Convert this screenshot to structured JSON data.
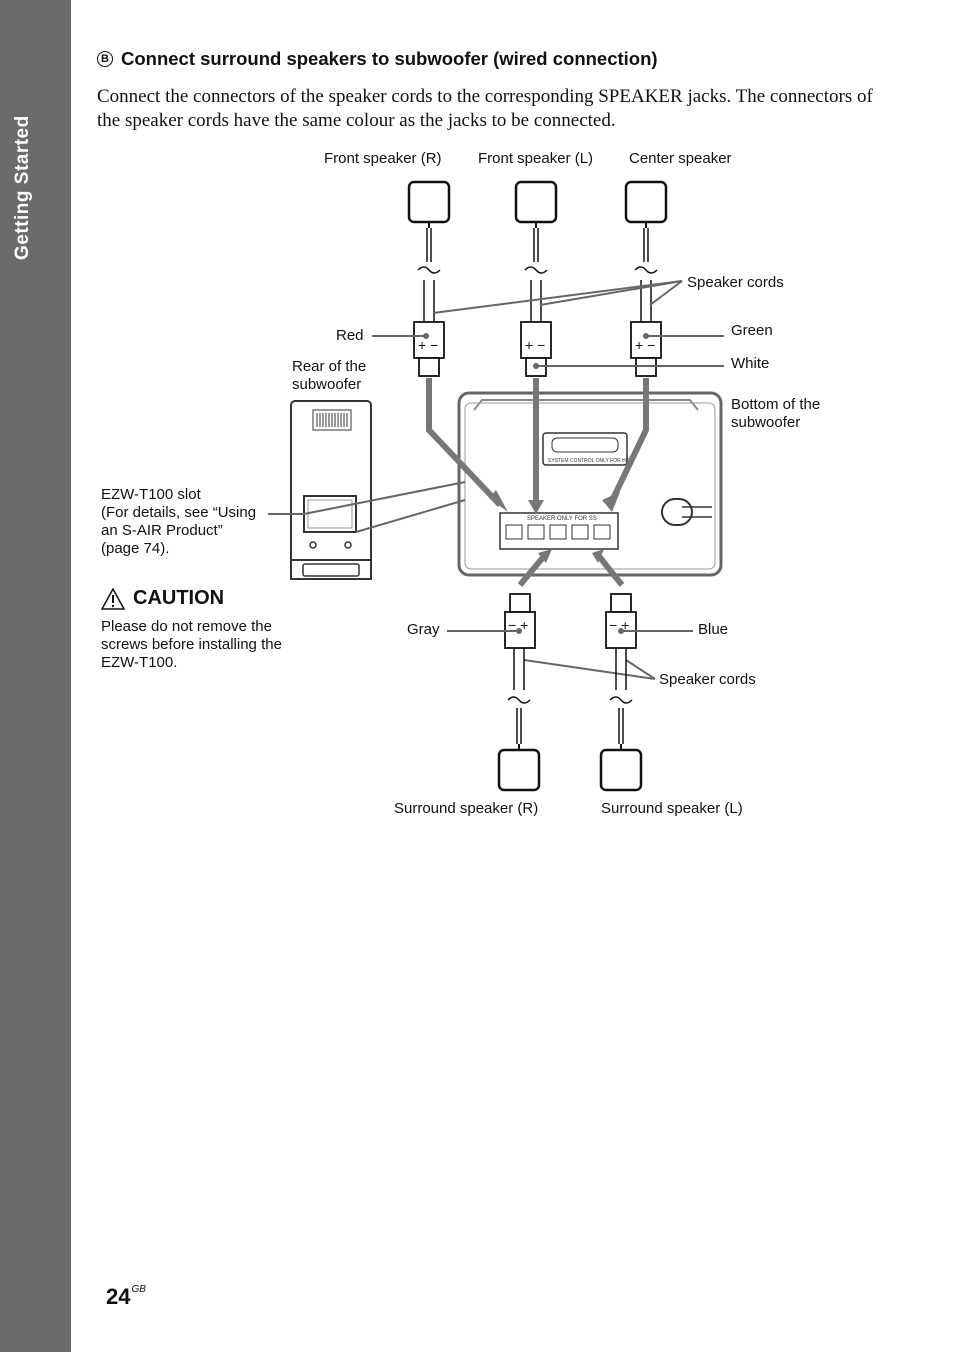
{
  "sidebar": {
    "section_label": "Getting Started"
  },
  "heading": {
    "badge": "B",
    "title": "Connect surround speakers to subwoofer (wired connection)"
  },
  "intro_text": "Connect the connectors of the speaker cords to the corresponding SPEAKER jacks. The connectors of the speaker cords have the same colour as the jacks to be connected.",
  "labels": {
    "front_speaker_r": "Front speaker (R)",
    "front_speaker_l": "Front speaker (L)",
    "center_speaker": "Center speaker",
    "speaker_cords_top": "Speaker cords",
    "red": "Red",
    "green": "Green",
    "white": "White",
    "rear_of_subwoofer_1": "Rear of the",
    "rear_of_subwoofer_2": "subwoofer",
    "bottom_of_subwoofer_1": "Bottom of the",
    "bottom_of_subwoofer_2": "subwoofer",
    "ezw_slot_1": "EZW-T100 slot",
    "ezw_slot_2": "(For details, see “Using",
    "ezw_slot_3": "an S-AIR Product”",
    "ezw_slot_4": "(page 74).",
    "gray": "Gray",
    "blue": "Blue",
    "speaker_cords_bottom": "Speaker cords",
    "surround_speaker_r": "Surround speaker (R)",
    "surround_speaker_l": "Surround speaker (L)"
  },
  "caution": {
    "icon": "warning-triangle-icon",
    "title": "CAUTION",
    "text": "Please do not remove the screws before installing the EZW-T100."
  },
  "page": {
    "number": "24",
    "suffix": "GB"
  }
}
